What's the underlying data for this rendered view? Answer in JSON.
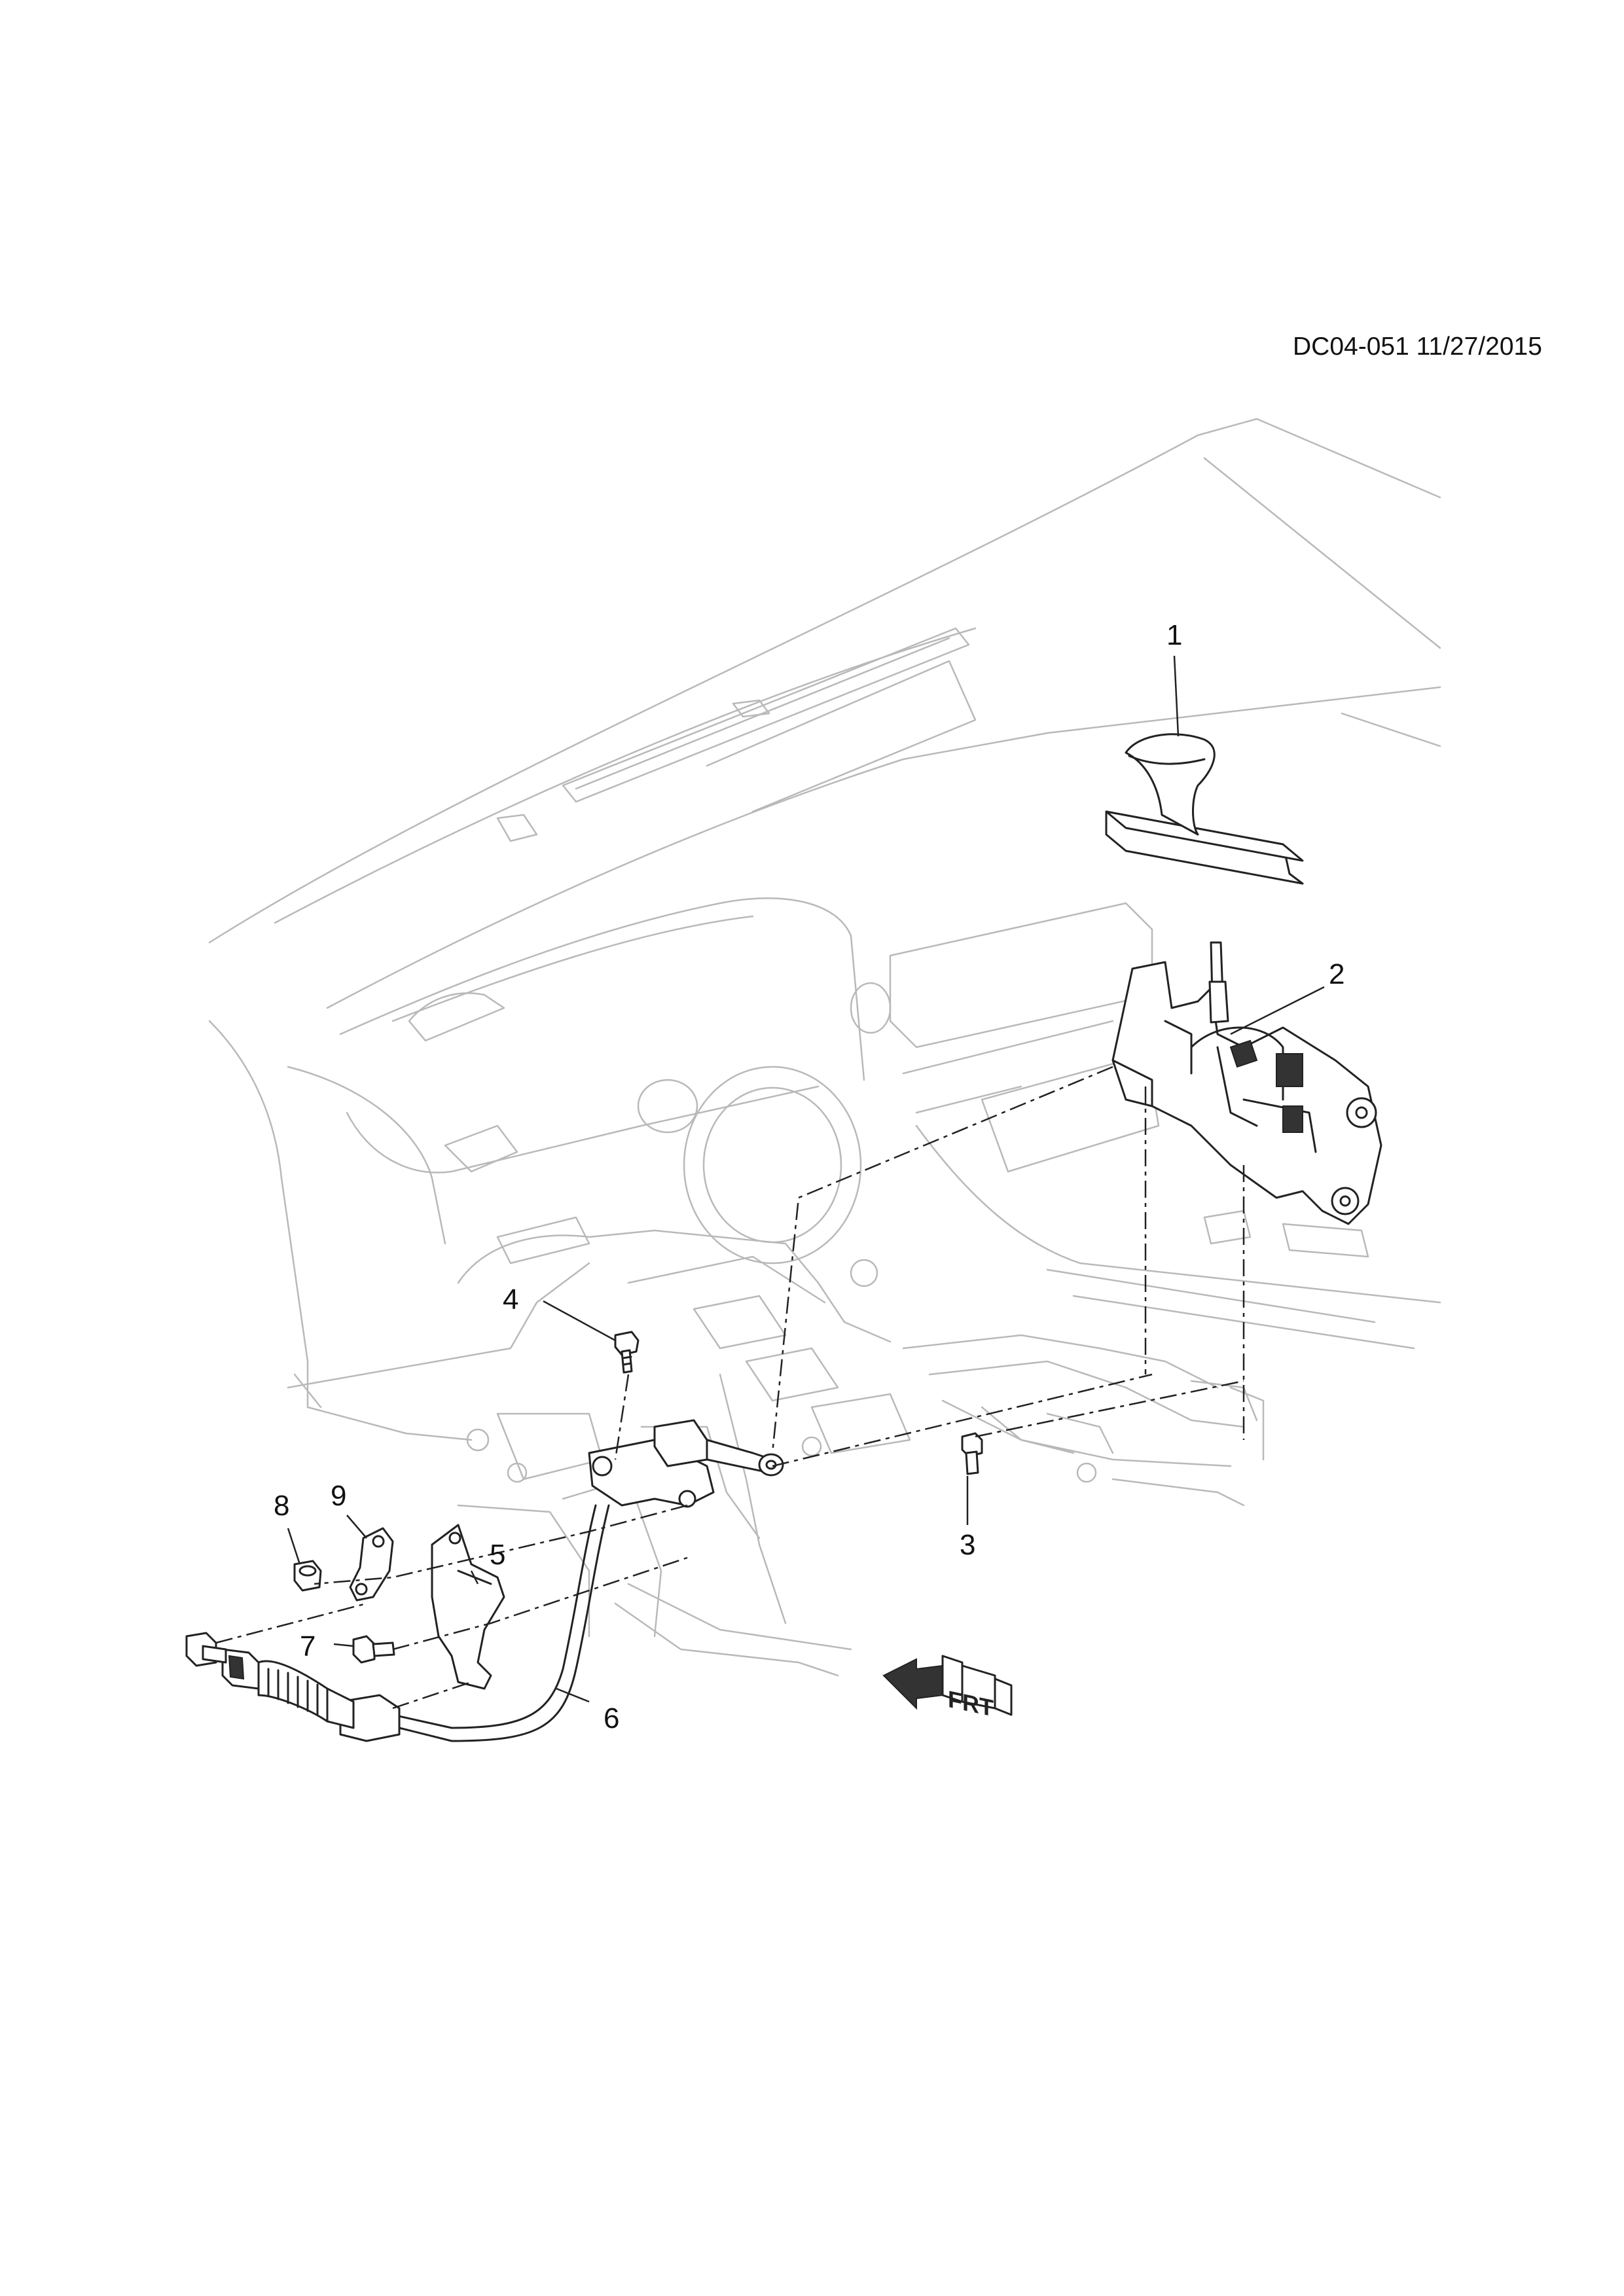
{
  "document": {
    "doc_id": "DC04-051 11/27/2015"
  },
  "callouts": {
    "c1": "1",
    "c2": "2",
    "c3": "3",
    "c4": "4",
    "c5": "5",
    "c6": "6",
    "c7": "7",
    "c8": "8",
    "c9": "9"
  },
  "orientation_marker": {
    "label": "FRT"
  }
}
